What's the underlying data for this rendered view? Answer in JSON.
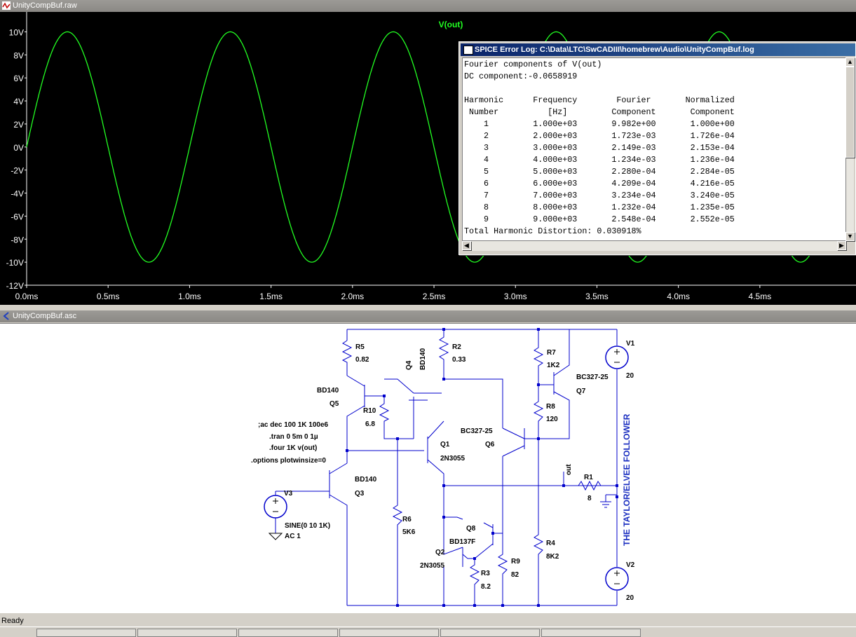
{
  "plot_window": {
    "title": "UnityCompBuf.raw",
    "trace_label": "V(out)",
    "trace_color": "#22ff22",
    "y_ticks": [
      "10V",
      "8V",
      "6V",
      "4V",
      "2V",
      "0V",
      "-2V",
      "-4V",
      "-6V",
      "-8V",
      "-10V",
      "-12V"
    ],
    "x_ticks": [
      "0.0ms",
      "0.5ms",
      "1.0ms",
      "1.5ms",
      "2.0ms",
      "2.5ms",
      "3.0ms",
      "3.5ms",
      "4.0ms",
      "4.5ms"
    ]
  },
  "chart_data": {
    "type": "line",
    "title": "V(out)",
    "xlabel": "",
    "ylabel": "",
    "xlim": [
      0,
      5
    ],
    "ylim": [
      -12,
      11
    ],
    "series": [
      {
        "name": "V(out)",
        "function": "10*sin(2*pi*t)",
        "amplitude": 10,
        "frequency_per_ms": 1
      }
    ]
  },
  "error_log": {
    "title": "SPICE Error Log: C:\\Data\\LTC\\SwCADIII\\homebrew\\Audio\\UnityCompBuf.log",
    "lines": [
      "Fourier components of V(out)",
      "DC component:-0.0658919",
      "",
      "Harmonic      Frequency        Fourier       Normalized",
      " Number          [Hz]         Component       Component",
      "    1         1.000e+03       9.982e+00       1.000e+00",
      "    2         2.000e+03       1.723e-03       1.726e-04",
      "    3         3.000e+03       2.149e-03       2.153e-04",
      "    4         4.000e+03       1.234e-03       1.236e-04",
      "    5         5.000e+03       2.280e-04       2.284e-05",
      "    6         6.000e+03       4.209e-04       4.216e-05",
      "    7         7.000e+03       3.234e-04       3.240e-05",
      "    8         8.000e+03       1.232e-04       1.235e-05",
      "    9         9.000e+03       2.548e-04       2.552e-05",
      "Total Harmonic Distortion: 0.030918%"
    ]
  },
  "schematic_window": {
    "title": "UnityCompBuf.asc",
    "labels": {
      "r5": "R5",
      "r5v": "0.82",
      "q4": "Q4",
      "bd140a": "BD140",
      "r2": "R2",
      "r2v": "0.33",
      "r7": "R7",
      "r7v": "1K2",
      "v1": "V1",
      "v1v": "20",
      "bc327a": "BC327-25",
      "q7": "Q7",
      "bd140b": "BD140",
      "q5": "Q5",
      "r10": "R10",
      "r10v": "6.8",
      "r8": "R8",
      "r8v": "120",
      "bc327b": "BC327-25",
      "q6": "Q6",
      "q1": "Q1",
      "n3055a": "2N3055",
      "cmd1": ";ac dec 100 1K 100e6",
      "cmd2": ".tran 0 5m 0 1µ",
      "cmd3": ".four 1K v(out)",
      "cmd4": ".options plotwinsize=0",
      "out": "out",
      "r1": "R1",
      "r1v": "8",
      "v3": "V3",
      "bd140c": "BD140",
      "q3": "Q3",
      "sine": "SINE(0 10 1K)",
      "ac": "AC 1",
      "r6": "R6",
      "r6v": "5K6",
      "q8": "Q8",
      "bd137": "BD137F",
      "q2": "Q2",
      "n3055b": "2N3055",
      "r3": "R3",
      "r3v": "8.2",
      "r9": "R9",
      "r9v": "82",
      "r4": "R4",
      "r4v": "8K2",
      "v2": "V2",
      "v2v": "20",
      "banner": "THE TAYLOR/ELVEE FOLLOWER"
    }
  },
  "status": {
    "text": "Ready"
  }
}
